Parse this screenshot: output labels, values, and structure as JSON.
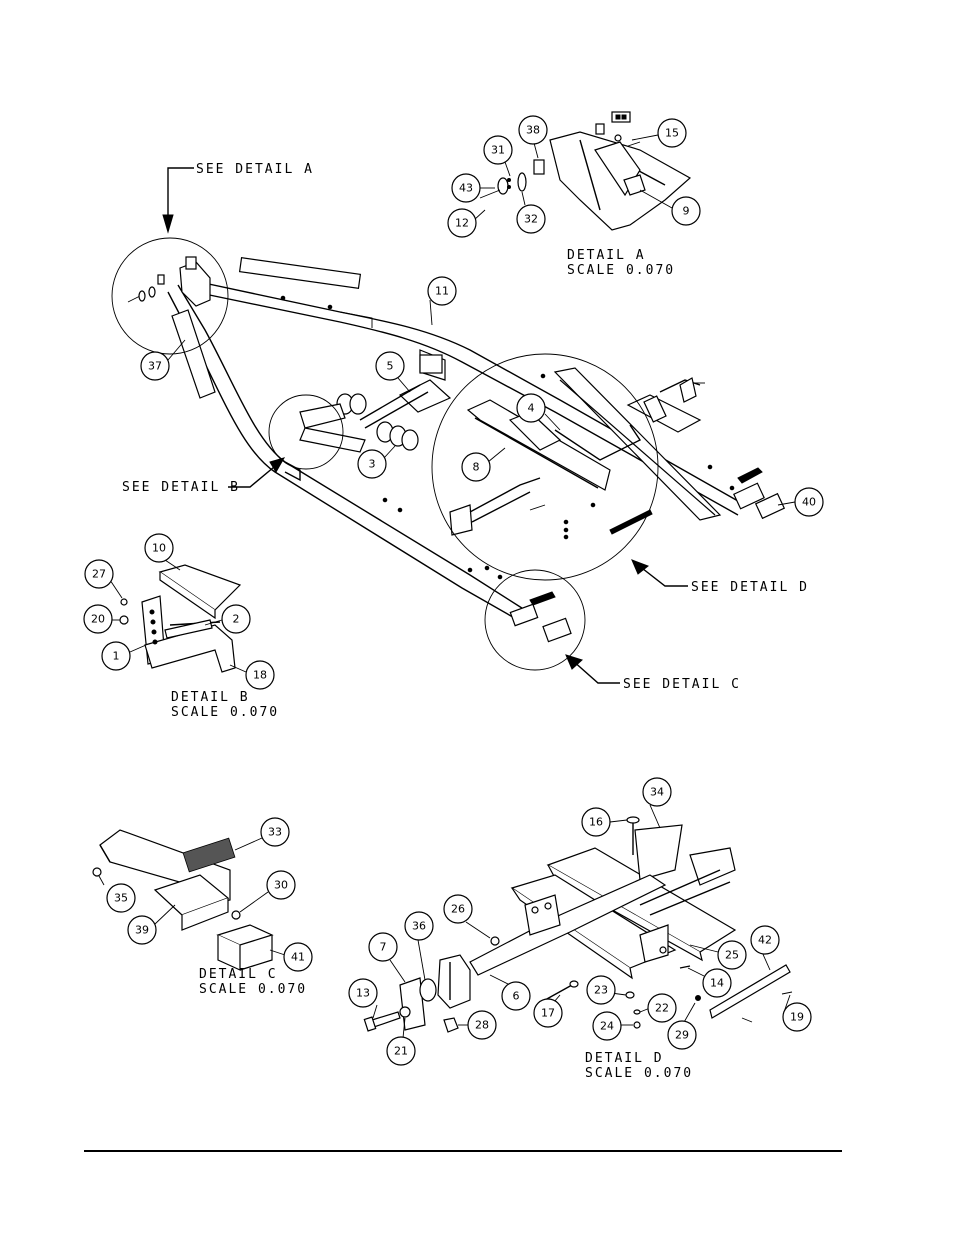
{
  "callouts": {
    "see_a": "SEE DETAIL  A",
    "see_b": "SEE DETAIL  B",
    "see_c": "SEE DETAIL  C",
    "see_d": "SEE DETAIL  D"
  },
  "details": {
    "a": {
      "title": "DETAIL  A",
      "scale": "SCALE  0.070"
    },
    "b": {
      "title": "DETAIL  B",
      "scale": "SCALE  0.070"
    },
    "c": {
      "title": "DETAIL  C",
      "scale": "SCALE  0.070"
    },
    "d": {
      "title": "DETAIL  D",
      "scale": "SCALE  0.070"
    }
  },
  "part_numbers": {
    "p1": "1",
    "p2": "2",
    "p3": "3",
    "p4": "4",
    "p5": "5",
    "p6": "6",
    "p7": "7",
    "p8": "8",
    "p9": "9",
    "p10": "10",
    "p11": "11",
    "p12": "12",
    "p13": "13",
    "p14": "14",
    "p15": "15",
    "p16": "16",
    "p17": "17",
    "p18": "18",
    "p19": "19",
    "p20": "20",
    "p21": "21",
    "p22": "22",
    "p23": "23",
    "p24": "24",
    "p25": "25",
    "p26": "26",
    "p27": "27",
    "p28": "28",
    "p29": "29",
    "p30": "30",
    "p31": "31",
    "p32": "32",
    "p33": "33",
    "p34": "34",
    "p35": "35",
    "p36": "36",
    "p37": "37",
    "p38": "38",
    "p39": "39",
    "p40": "40",
    "p41": "41",
    "p42": "42",
    "p43": "43"
  }
}
